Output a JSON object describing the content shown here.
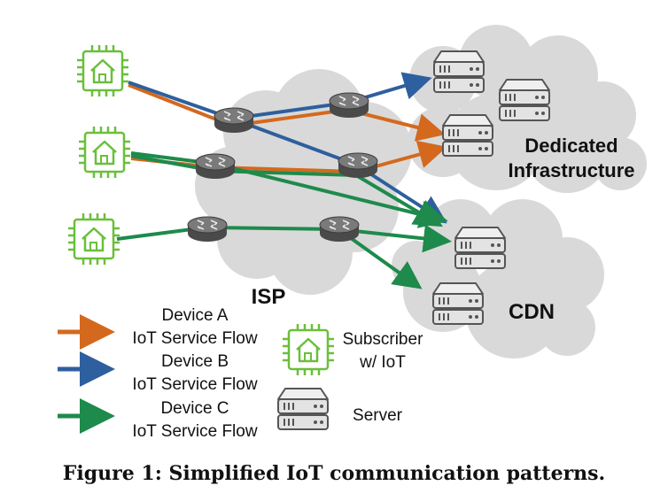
{
  "labels": {
    "isp": "ISP",
    "dedicated_line1": "Dedicated",
    "dedicated_line2": "Infrastructure",
    "cdn": "CDN"
  },
  "legend": {
    "device_a_line1": "Device A",
    "device_a_line2": "IoT Service Flow",
    "device_b_line1": "Device B",
    "device_b_line2": "IoT Service Flow",
    "device_c_line1": "Device C",
    "device_c_line2": "IoT Service Flow",
    "subscriber_line1": "Subscriber",
    "subscriber_line2": "w/ IoT",
    "server": "Server"
  },
  "caption": "Figure 1: Simplified IoT communication patterns.",
  "colors": {
    "device_a": "#d4691e",
    "device_b": "#2e5f9e",
    "device_c": "#1e8a4c",
    "iot_icon": "#6abf3b",
    "cloud": "#d9d9d9",
    "router": "#6d6d6d",
    "server": "#e3e3e3"
  },
  "icons": {
    "subscriber": "house-chip-icon",
    "router": "router-icon",
    "server": "server-icon"
  }
}
